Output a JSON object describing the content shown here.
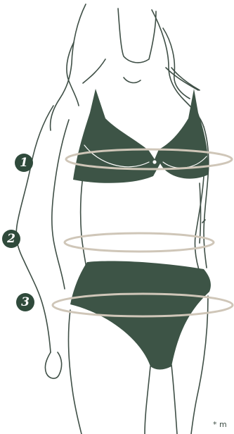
{
  "markers": [
    {
      "label": "1",
      "meaning": "bust"
    },
    {
      "label": "2",
      "meaning": "waist"
    },
    {
      "label": "3",
      "meaning": "hips"
    }
  ],
  "footnote": "* m",
  "colors": {
    "outline": "#3f4f46",
    "garment": "#3d5446",
    "marker_fill": "#2f4a3b",
    "marker_text": "#ffffff",
    "measure_band": "#cfc6b8",
    "footnote": "#3f4f46",
    "background": "#ffffff"
  },
  "icons": [
    "bust-measurement-band",
    "waist-measurement-band",
    "hip-measurement-band"
  ]
}
